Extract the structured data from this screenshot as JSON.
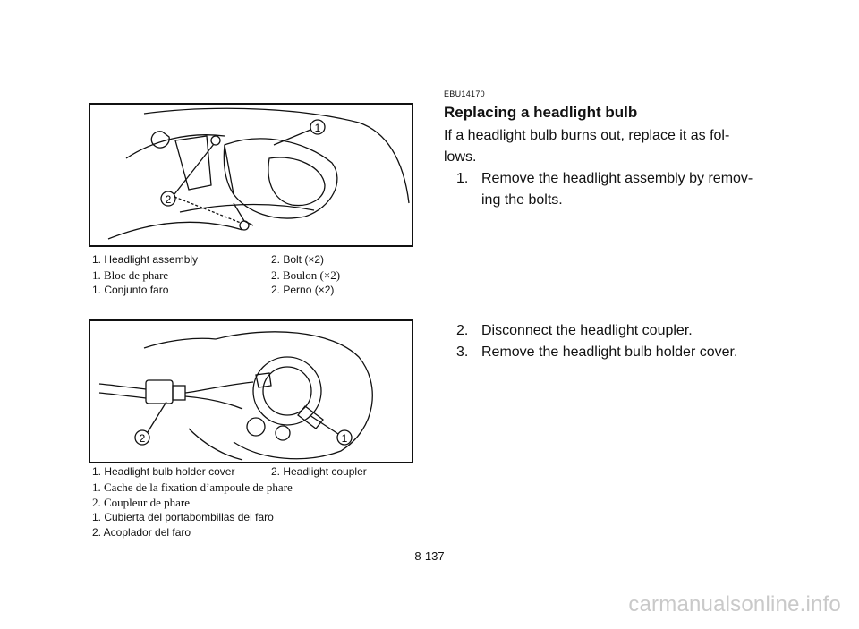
{
  "figure1": {
    "callouts": [
      "1",
      "2"
    ],
    "captions": {
      "en": [
        "1.  Headlight assembly",
        "2.  Bolt (×2)"
      ],
      "fr": [
        "1.  Bloc de phare",
        "2.  Boulon (×2)"
      ],
      "es": [
        "1.  Conjunto faro",
        "2.  Perno (×2)"
      ]
    }
  },
  "figure2": {
    "callouts": [
      "1",
      "2"
    ],
    "captions": {
      "en": [
        "1.  Headlight bulb  holder cover",
        "2.  Headlight coupler"
      ],
      "fr": [
        "1.  Cache de la fixation d’ampoule de phare",
        "2.  Coupleur de phare"
      ],
      "es": [
        "1.  Cubierta del portabombillas del faro",
        "2.  Acoplador del faro"
      ]
    }
  },
  "section": {
    "code": "EBU14170",
    "title": "Replacing a headlight bulb",
    "intro_line1": "If  a  headlight  bulb  burns  out,  replace  it  as  fol-",
    "intro_line2": "lows.",
    "steps": [
      {
        "num": "1.",
        "line1": "Remove the headlight assembly by remov-",
        "line2": "ing the bolts."
      },
      {
        "num": "2.",
        "line1": "Disconnect the headlight coupler."
      },
      {
        "num": "3.",
        "line1": "Remove the headlight bulb holder cover."
      }
    ]
  },
  "page_number": "8-137",
  "watermark": "carmanualsonline.info"
}
